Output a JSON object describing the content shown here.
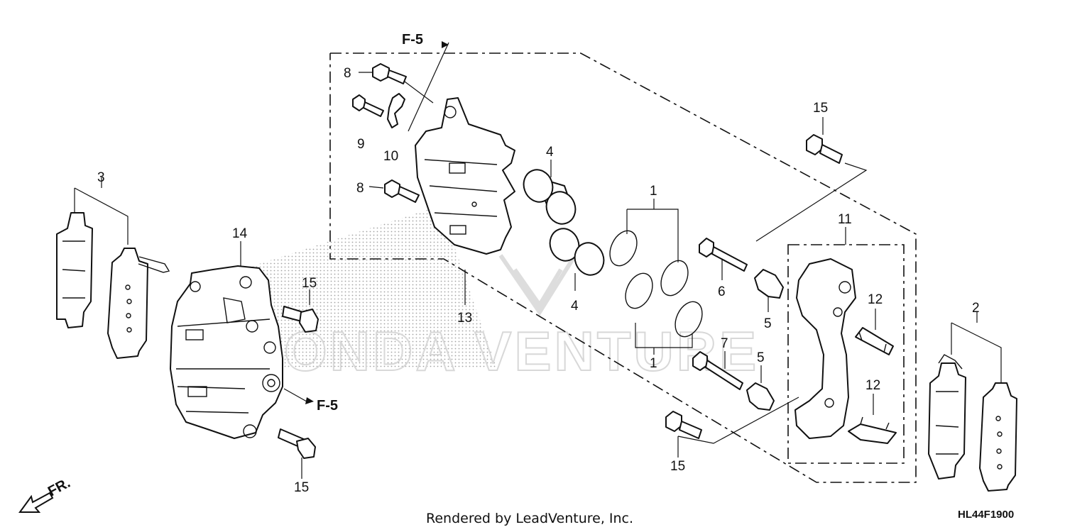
{
  "diagram": {
    "callouts": {
      "c1a": "1",
      "c1b": "1",
      "c2": "2",
      "c3": "3",
      "c4a": "4",
      "c4b": "4",
      "c5a": "5",
      "c5b": "5",
      "c6": "6",
      "c7": "7",
      "c8a": "8",
      "c8b": "8",
      "c9": "9",
      "c10": "10",
      "c11": "11",
      "c12a": "12",
      "c12b": "12",
      "c13": "13",
      "c14": "14",
      "c15a": "15",
      "c15b": "15",
      "c15c": "15",
      "c15d": "15"
    },
    "refs": {
      "f5_top": "F-5",
      "f5_bottom": "F-5"
    },
    "front_label": "FR.",
    "watermark": "ONDA VENTURE",
    "footer": "Rendered by LeadVenture, Inc.",
    "diagram_code": "HL44F1900"
  }
}
